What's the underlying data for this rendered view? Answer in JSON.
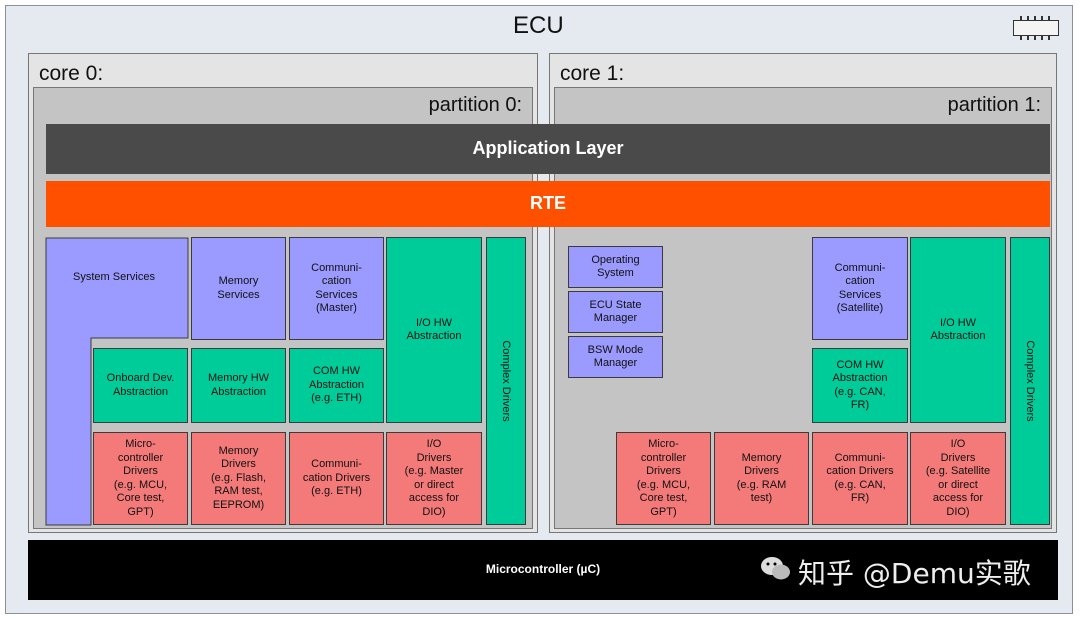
{
  "ecu": {
    "title": "ECU"
  },
  "core0": {
    "title": "core 0:",
    "partition_title": "partition 0:",
    "system_services": "System Services",
    "memory_services": "Memory\nServices",
    "comm_services": "Communi-\ncation\nServices\n(Master)",
    "io_hw_abstraction": "I/O HW\nAbstraction",
    "complex_drivers": "Complex Drivers",
    "onboard_dev": "Onboard Dev.\nAbstraction",
    "memory_hw": "Memory HW\nAbstraction",
    "com_hw": "COM HW\nAbstraction\n(e.g. ETH)",
    "mcu_drivers": "Micro-\ncontroller\nDrivers\n(e.g. MCU,\nCore test,\nGPT)",
    "memory_drivers": "Memory\nDrivers\n(e.g. Flash,\nRAM test,\nEEPROM)",
    "comm_drivers": "Communi-\ncation Drivers\n(e.g. ETH)",
    "io_drivers": "I/O\nDrivers\n(e.g. Master\nor direct\naccess for\nDIO)"
  },
  "core1": {
    "title": "core 1:",
    "partition_title": "partition 1:",
    "operating_system": "Operating\nSystem",
    "ecu_state_manager": "ECU State\nManager",
    "bsw_mode_manager": "BSW Mode\nManager",
    "comm_services": "Communi-\ncation\nServices\n(Satellite)",
    "io_hw_abstraction": "I/O HW\nAbstraction",
    "complex_drivers": "Complex Drivers",
    "com_hw": "COM HW\nAbstraction\n(e.g. CAN,\nFR)",
    "mcu_drivers": "Micro-\ncontroller\nDrivers\n(e.g. MCU,\nCore test,\nGPT)",
    "memory_drivers": "Memory\nDrivers\n(e.g. RAM\ntest)",
    "comm_drivers": "Communi-\ncation Drivers\n(e.g. CAN,\nFR)",
    "io_drivers": "I/O\nDrivers\n(e.g. Satellite\nor direct\naccess for\nDIO)"
  },
  "application_layer": "Application Layer",
  "rte": "RTE",
  "microcontroller": "Microcontroller (µC)",
  "watermark": "知乎 @Demu实歌",
  "icons": {
    "chip": "chip-icon",
    "wechat": "wechat-icon"
  },
  "colors": {
    "application_layer": "#4a4a4a",
    "rte": "#ff5000",
    "services": "#9a9aff",
    "abstraction": "#00cc99",
    "drivers": "#f47a7a",
    "microcontroller": "#000000"
  }
}
